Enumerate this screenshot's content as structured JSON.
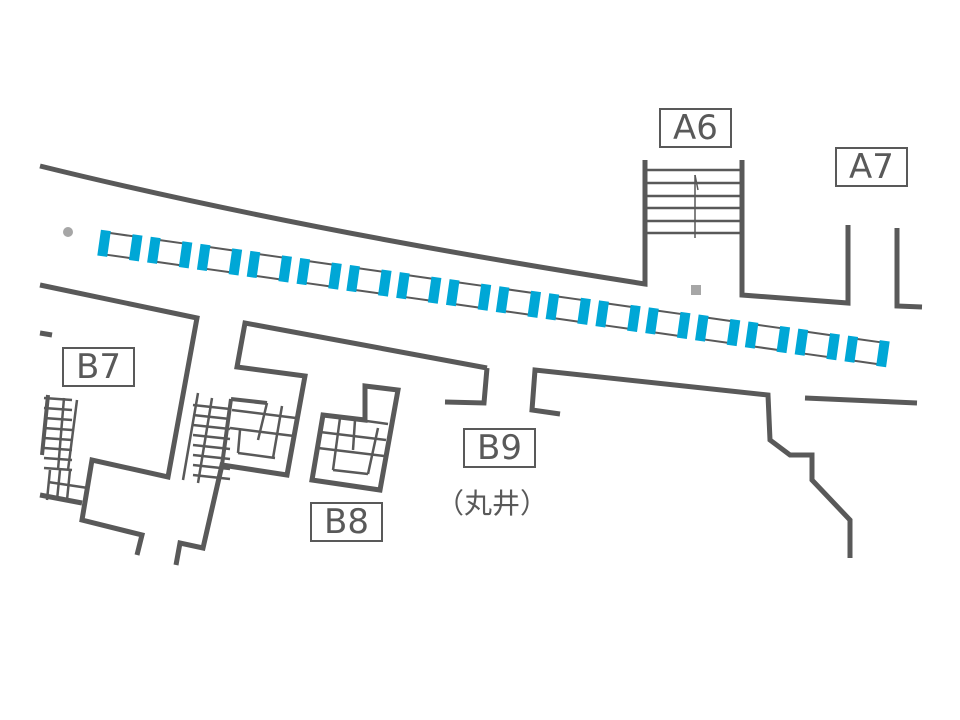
{
  "exits": [
    {
      "id": "A6",
      "label": "A6"
    },
    {
      "id": "A7",
      "label": "A7"
    },
    {
      "id": "B7",
      "label": "B7"
    },
    {
      "id": "B8",
      "label": "B8"
    },
    {
      "id": "B9",
      "label": "B9",
      "sublabel": "（丸井）"
    }
  ],
  "gates": {
    "count": 16,
    "color": "#00a7d6"
  },
  "colors": {
    "wall": "#595959",
    "gate": "#00a7d6",
    "marker": "#a6a6a6"
  }
}
